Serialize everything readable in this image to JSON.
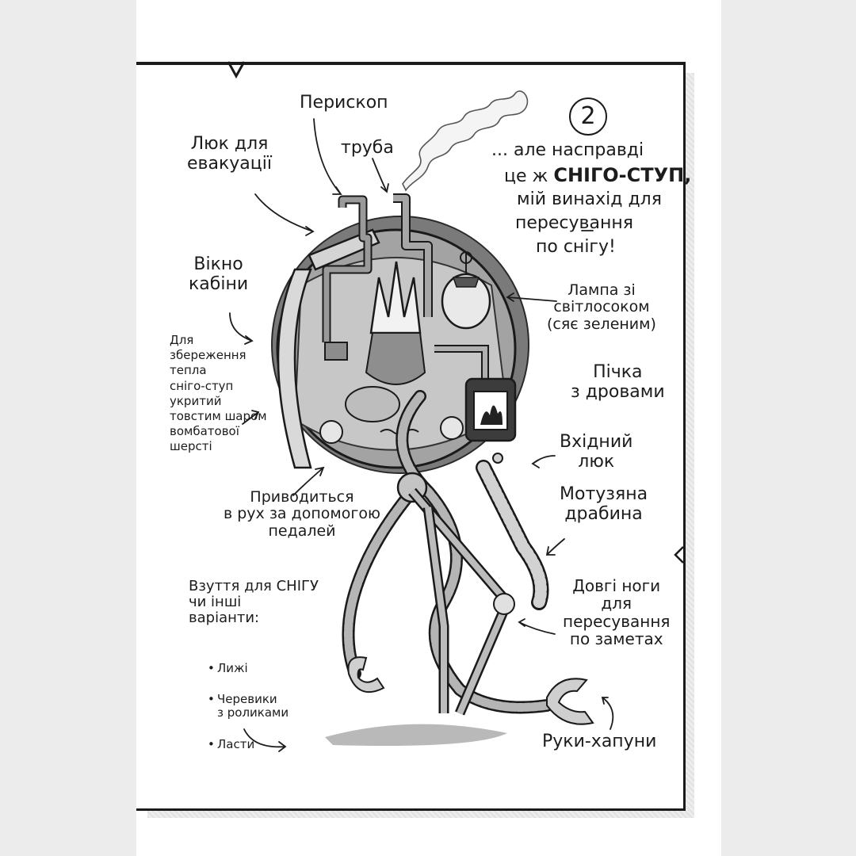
{
  "header": {
    "number": "2",
    "line1": "... але насправді",
    "line2_prefix": "це ж",
    "line2_emphasis": "СНІГО-СТУП,",
    "line3": "мій винахід для",
    "line4": "пересування",
    "line5": "по снігу!"
  },
  "labels": {
    "periscope": "Перископ",
    "chimney": "труба",
    "hatch": "Люк для\nевакуації",
    "window": "Вікно\nкабіни",
    "wool": "Для\nзбереження\nтепла\nсніго-ступ\nукритий\nтовстим шаром\nвомбатової\nшерсті",
    "pedals": "Приводиться\nв рух за допомогою\nпедалей",
    "lamp": "Лампа зі\nсвітлосоком\n(сяє зеленим)",
    "stove": "Пічка\nз дровами",
    "entrance": "Вхідний\nлюк",
    "ladder": "Мотузяна\nдрабина",
    "legs": "Довгі ноги\nдля\nпересування\nпо заметах",
    "arms": "Руки-хапуни"
  },
  "footwear": {
    "title": "Взуття для СНІГУ\nчи інші\nваріанти:",
    "items": [
      "Лижі",
      "Черевики\nз роликами",
      "Ласти"
    ]
  },
  "colors": {
    "ink": "#1c1c1c",
    "sphere_fill": "#9d9d9d",
    "metal": "#a8a8a8",
    "paper": "#ffffff"
  }
}
